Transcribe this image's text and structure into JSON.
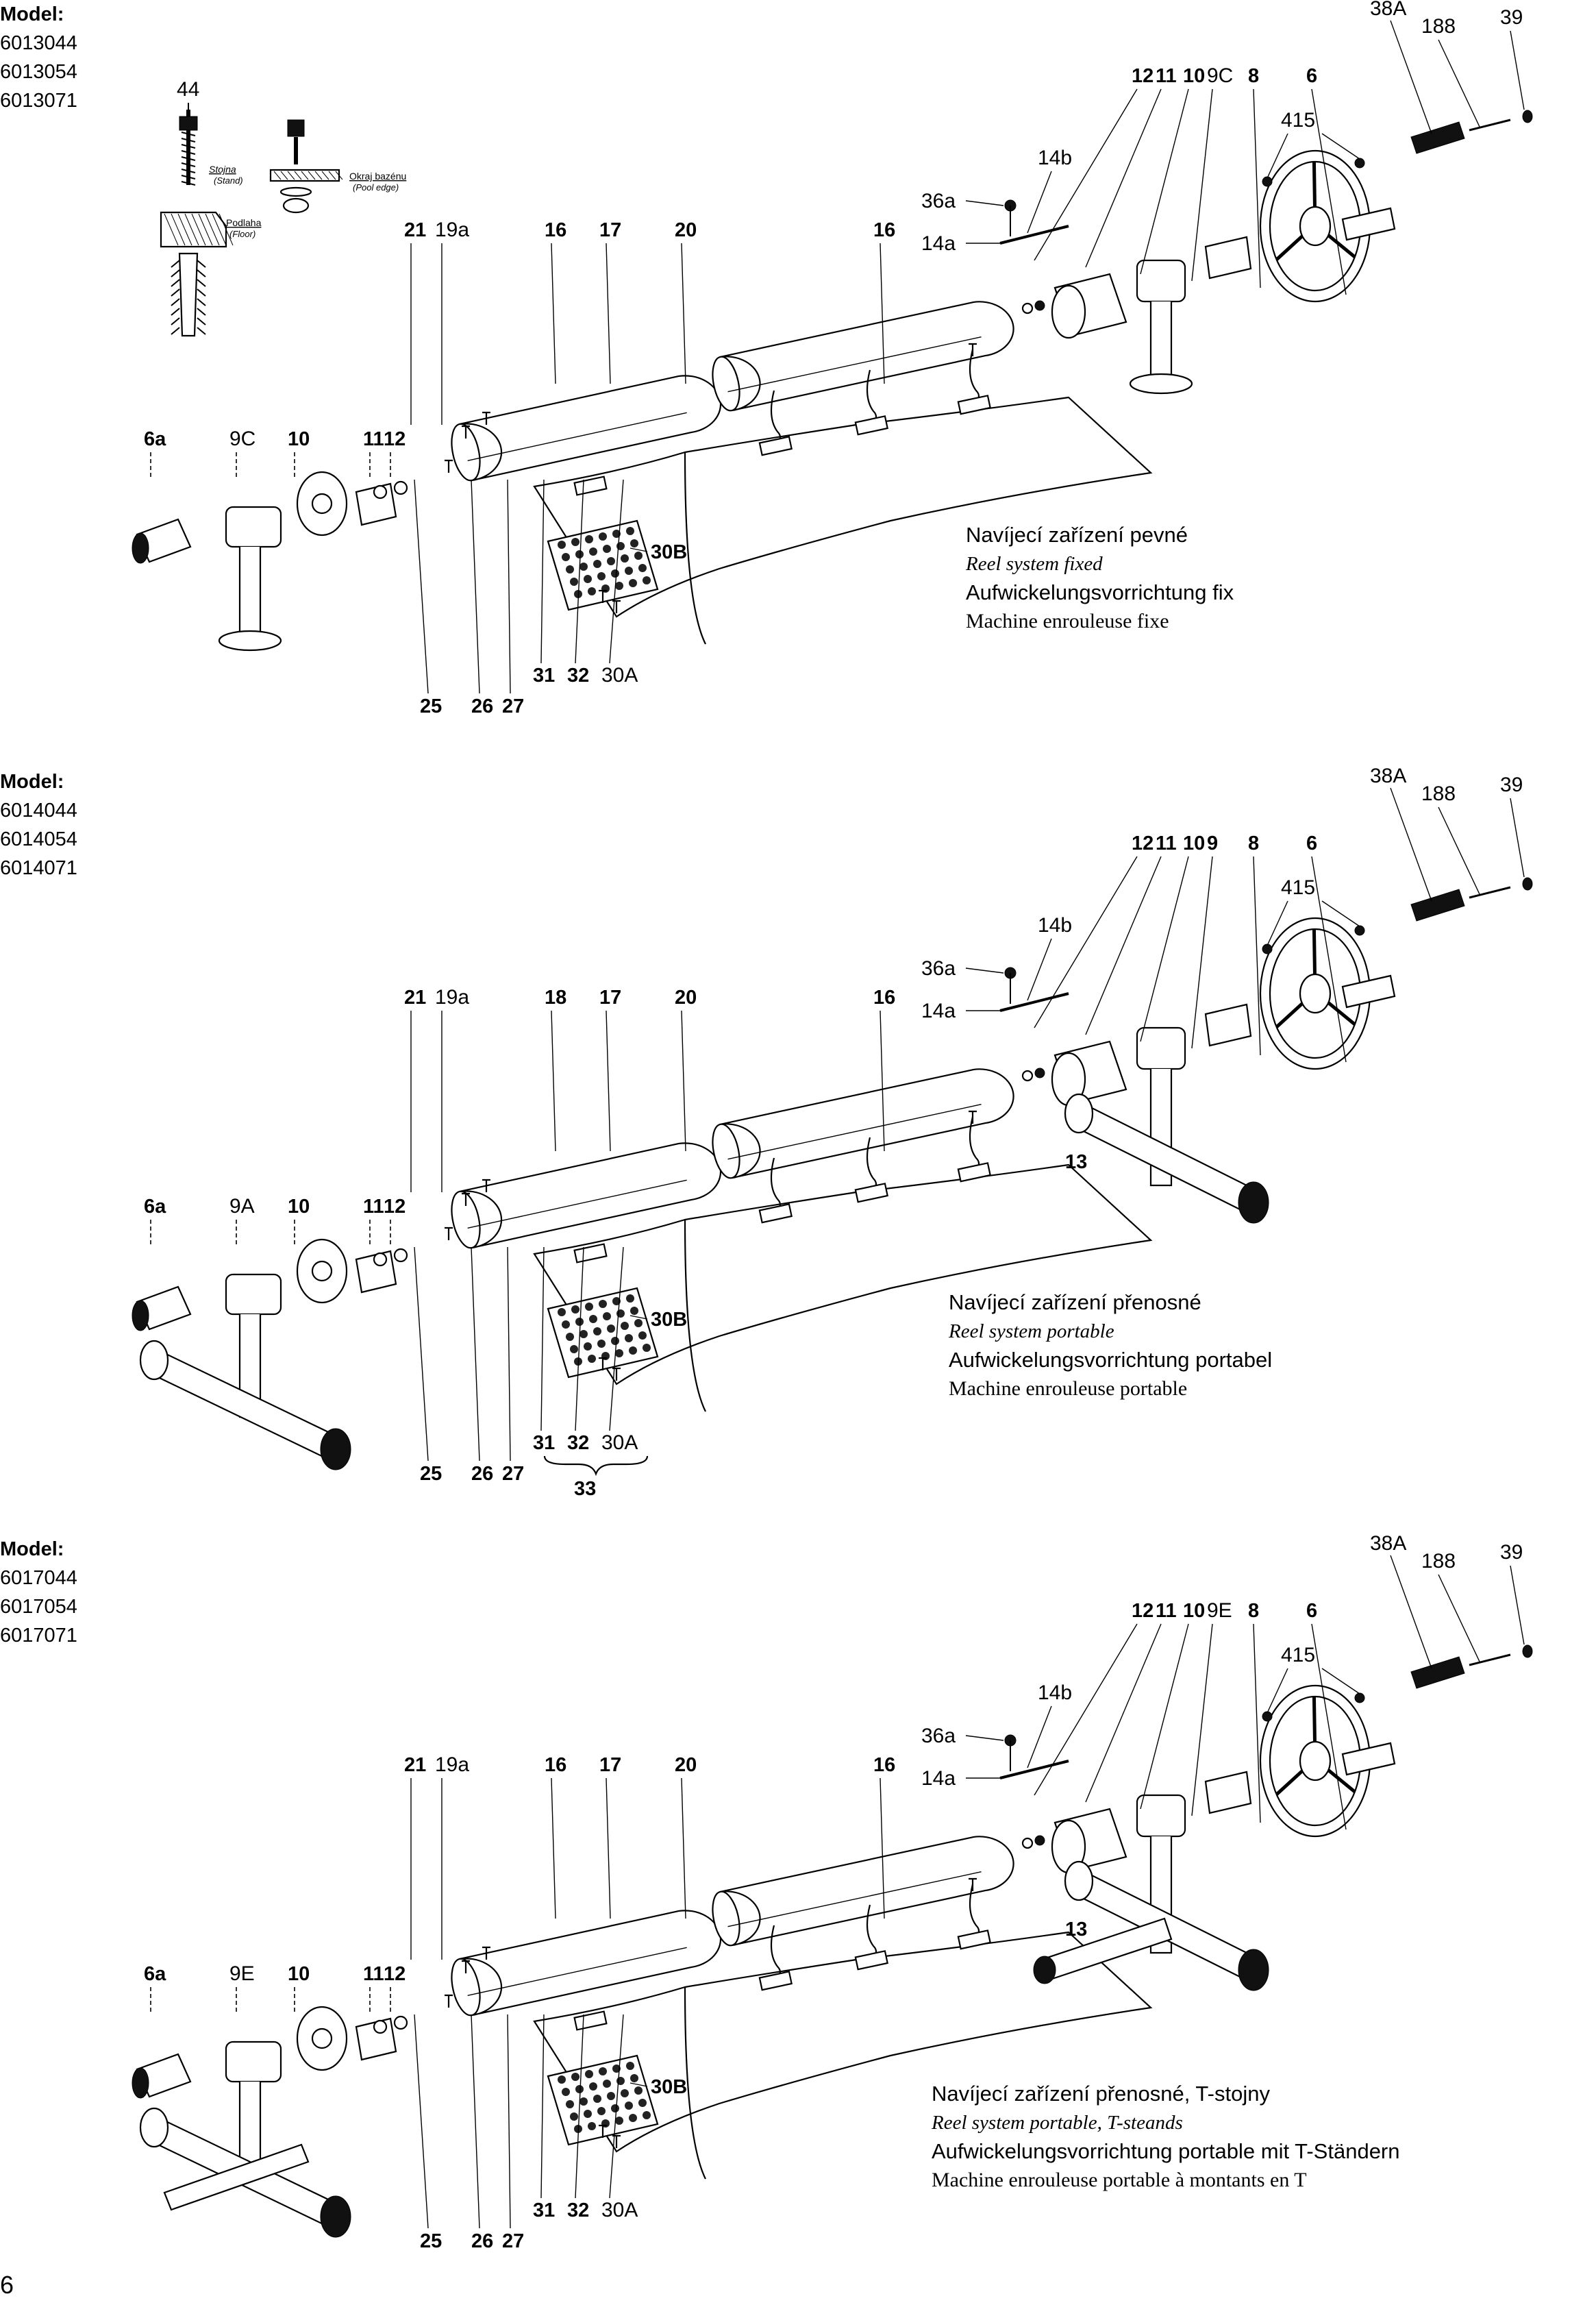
{
  "page_number": "6",
  "panels": [
    {
      "model_label": "Model:",
      "models": [
        "6013044",
        "6013054",
        "6013071"
      ],
      "caption": [
        "Navíjecí zařízení pevné",
        "Reel system fixed",
        "Aufwickelungsvorrichtung fix",
        "Machine enroulеuse fixe"
      ],
      "stand_type": "fixed",
      "stand_callout": "",
      "left_part_labels": [
        "6a",
        "9C",
        "10",
        "11",
        "12"
      ],
      "right_part_labels": [
        "12",
        "11",
        "10",
        "9C",
        "8",
        "6"
      ],
      "top_labels": [
        "21",
        "19a",
        "16",
        "17",
        "20",
        "16"
      ],
      "bottom_labels": [
        "25",
        "26",
        "27",
        "31",
        "32",
        "30A"
      ],
      "bracket_label": "",
      "misc_labels": {
        "p38A": "38A",
        "p188": "188",
        "p39": "39",
        "p415": "415",
        "p14b": "14b",
        "p36a": "36a",
        "p14a": "14a",
        "p30B": "30B",
        "p44": "44"
      },
      "inset": {
        "stand": "Stojna",
        "stand_en": "(Stand)",
        "pool_edge": "Okraj bazénu",
        "pool_edge_en": "(Pool edge)",
        "floor": "Podlaha",
        "floor_en": "(Floor)"
      }
    },
    {
      "model_label": "Model:",
      "models": [
        "6014044",
        "6014054",
        "6014071"
      ],
      "caption": [
        "Navíjecí zařízení přenosné",
        "Reel system portable",
        "Aufwickelungsvorrichtung portabel",
        "Machine enroulеuse portable"
      ],
      "stand_type": "portable",
      "stand_callout": "13",
      "left_part_labels": [
        "6a",
        "9A",
        "10",
        "11",
        "12"
      ],
      "right_part_labels": [
        "12",
        "11",
        "10",
        "9",
        "8",
        "6"
      ],
      "top_labels": [
        "21",
        "19a",
        "18",
        "17",
        "20",
        "16"
      ],
      "bottom_labels": [
        "25",
        "26",
        "27",
        "31",
        "32",
        "30A"
      ],
      "bracket_label": "33",
      "misc_labels": {
        "p38A": "38A",
        "p188": "188",
        "p39": "39",
        "p415": "415",
        "p14b": "14b",
        "p36a": "36a",
        "p14a": "14a",
        "p30B": "30B",
        "p44": ""
      }
    },
    {
      "model_label": "Model:",
      "models": [
        "6017044",
        "6017054",
        "6017071"
      ],
      "caption": [
        "Navíjecí zařízení přenosné, T-stojny",
        "Reel system portable, T-steands",
        "Aufwickelungsvorrichtung portable mit T-Ständern",
        "Machine enroulеuse portable à montants en T"
      ],
      "stand_type": "t-stand",
      "stand_callout": "13",
      "left_part_labels": [
        "6a",
        "9E",
        "10",
        "11",
        "12"
      ],
      "right_part_labels": [
        "12",
        "11",
        "10",
        "9E",
        "8",
        "6"
      ],
      "top_labels": [
        "21",
        "19a",
        "16",
        "17",
        "20",
        "16"
      ],
      "bottom_labels": [
        "25",
        "26",
        "27",
        "31",
        "32",
        "30A"
      ],
      "bracket_label": "",
      "misc_labels": {
        "p38A": "38A",
        "p188": "188",
        "p39": "39",
        "p415": "415",
        "p14b": "14b",
        "p36a": "36a",
        "p14a": "14a",
        "p30B": "30B",
        "p44": ""
      }
    }
  ]
}
